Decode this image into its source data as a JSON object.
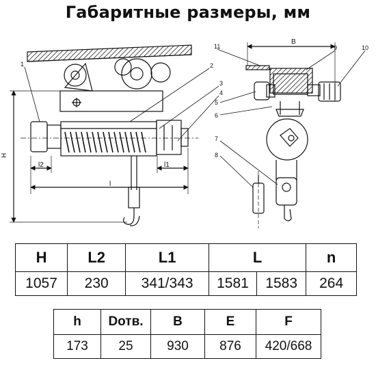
{
  "title": "Габаритные размеры, мм",
  "diagram": {
    "part_numbers": [
      "1",
      "2",
      "3",
      "4",
      "5",
      "6",
      "7",
      "8",
      "9",
      "10",
      "11"
    ],
    "dimension_labels": {
      "H": "H",
      "l2": "l2",
      "l1": "l1",
      "l": "l",
      "B": "B"
    }
  },
  "table1": {
    "headers": [
      "H",
      "L2",
      "L1",
      "L"
    ],
    "n_header": "n",
    "values": {
      "H": "1057",
      "L2": "230",
      "L1": "341/343",
      "L_a": "1581",
      "L_b": "1583",
      "n": "264"
    }
  },
  "table2": {
    "headers": [
      "h",
      "Dотв.",
      "B",
      "E",
      "F"
    ],
    "values": [
      "173",
      "25",
      "930",
      "876",
      "420/668"
    ]
  }
}
